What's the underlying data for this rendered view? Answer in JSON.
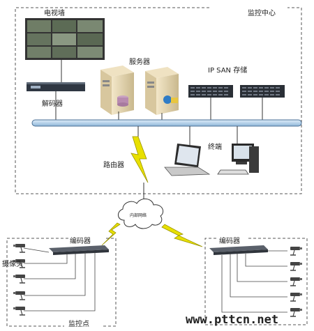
{
  "title": "监控中心",
  "labels": {
    "tv_wall": "电视墙",
    "server": "服务器",
    "ip_san": "IP SAN 存储",
    "decoder": "解码器",
    "terminal": "终端",
    "router": "路由器",
    "internal_network": "内部网络",
    "encoder_left": "编码器",
    "encoder_right": "编码器",
    "camera": "摄像头",
    "monitor_point": "监控点"
  },
  "watermark": "www.pttcn.net",
  "colors": {
    "bus": "#b8d4ea",
    "bus_border": "#4a6f94",
    "lightning": "#e8e000",
    "dashed": "#555555"
  },
  "icons": [
    "tv-wall-icon",
    "decoder-device-icon",
    "server-tower-icon",
    "storage-rack-icon",
    "laptop-icon",
    "desktop-pc-icon",
    "cloud-icon",
    "lightning-icon",
    "encoder-device-icon",
    "cctv-camera-icon"
  ]
}
